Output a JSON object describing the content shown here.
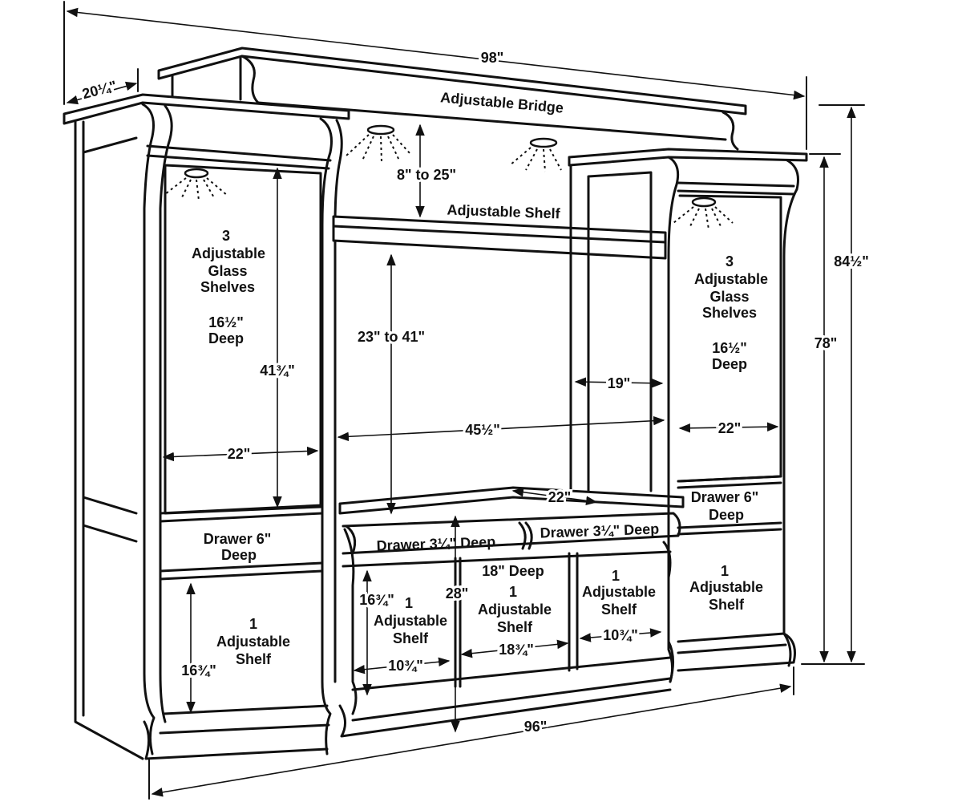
{
  "dimensions": {
    "overall_width": "98\"",
    "depth": "20¼\"",
    "height_total": "84½\"",
    "height_cabinet": "78\"",
    "base_width": "96\"",
    "bridge_height": "8\" to 25\"",
    "center_opening_height": "23\" to 41\"",
    "center_opening_width": "45½\"",
    "center_right_width": "19\"",
    "center_base_depth": "22\"",
    "left_tower_height": "41¾\"",
    "left_tower_width": "22\"",
    "right_tower_width": "22\"",
    "center_height": "28\"",
    "left_base_shelf_height": "16¾\"",
    "center_left_shelf_height": "16¾\"",
    "center_left_width": "10¾\"",
    "center_mid_width": "18¾\"",
    "center_right_small_width": "10¾\""
  },
  "labels": {
    "bridge": "Adjustable Bridge",
    "center_shelf": "Adjustable Shelf",
    "left_glass": [
      "3",
      "Adjustable",
      "Glass",
      "Shelves"
    ],
    "left_glass_depth": [
      "16½\"",
      "Deep"
    ],
    "right_glass": [
      "3",
      "Adjustable",
      "Glass",
      "Shelves"
    ],
    "right_glass_depth": [
      "16½\"",
      "Deep"
    ],
    "left_drawer": [
      "Drawer 6\"",
      "Deep"
    ],
    "right_drawer": [
      "Drawer 6\"",
      "Deep"
    ],
    "center_drawer_left": "Drawer 3¼\" Deep",
    "center_drawer_right": "Drawer 3¼\" Deep",
    "center_depth": "18\" Deep",
    "left_base_shelf": [
      "1",
      "Adjustable",
      "Shelf"
    ],
    "center_left_shelf": [
      "1",
      "Adjustable",
      "Shelf"
    ],
    "center_mid_shelf": [
      "1",
      "Adjustable",
      "Shelf"
    ],
    "center_right_shelf": [
      "1",
      "Adjustable",
      "Shelf"
    ],
    "right_base_shelf": [
      "1",
      "Adjustable",
      "Shelf"
    ]
  }
}
